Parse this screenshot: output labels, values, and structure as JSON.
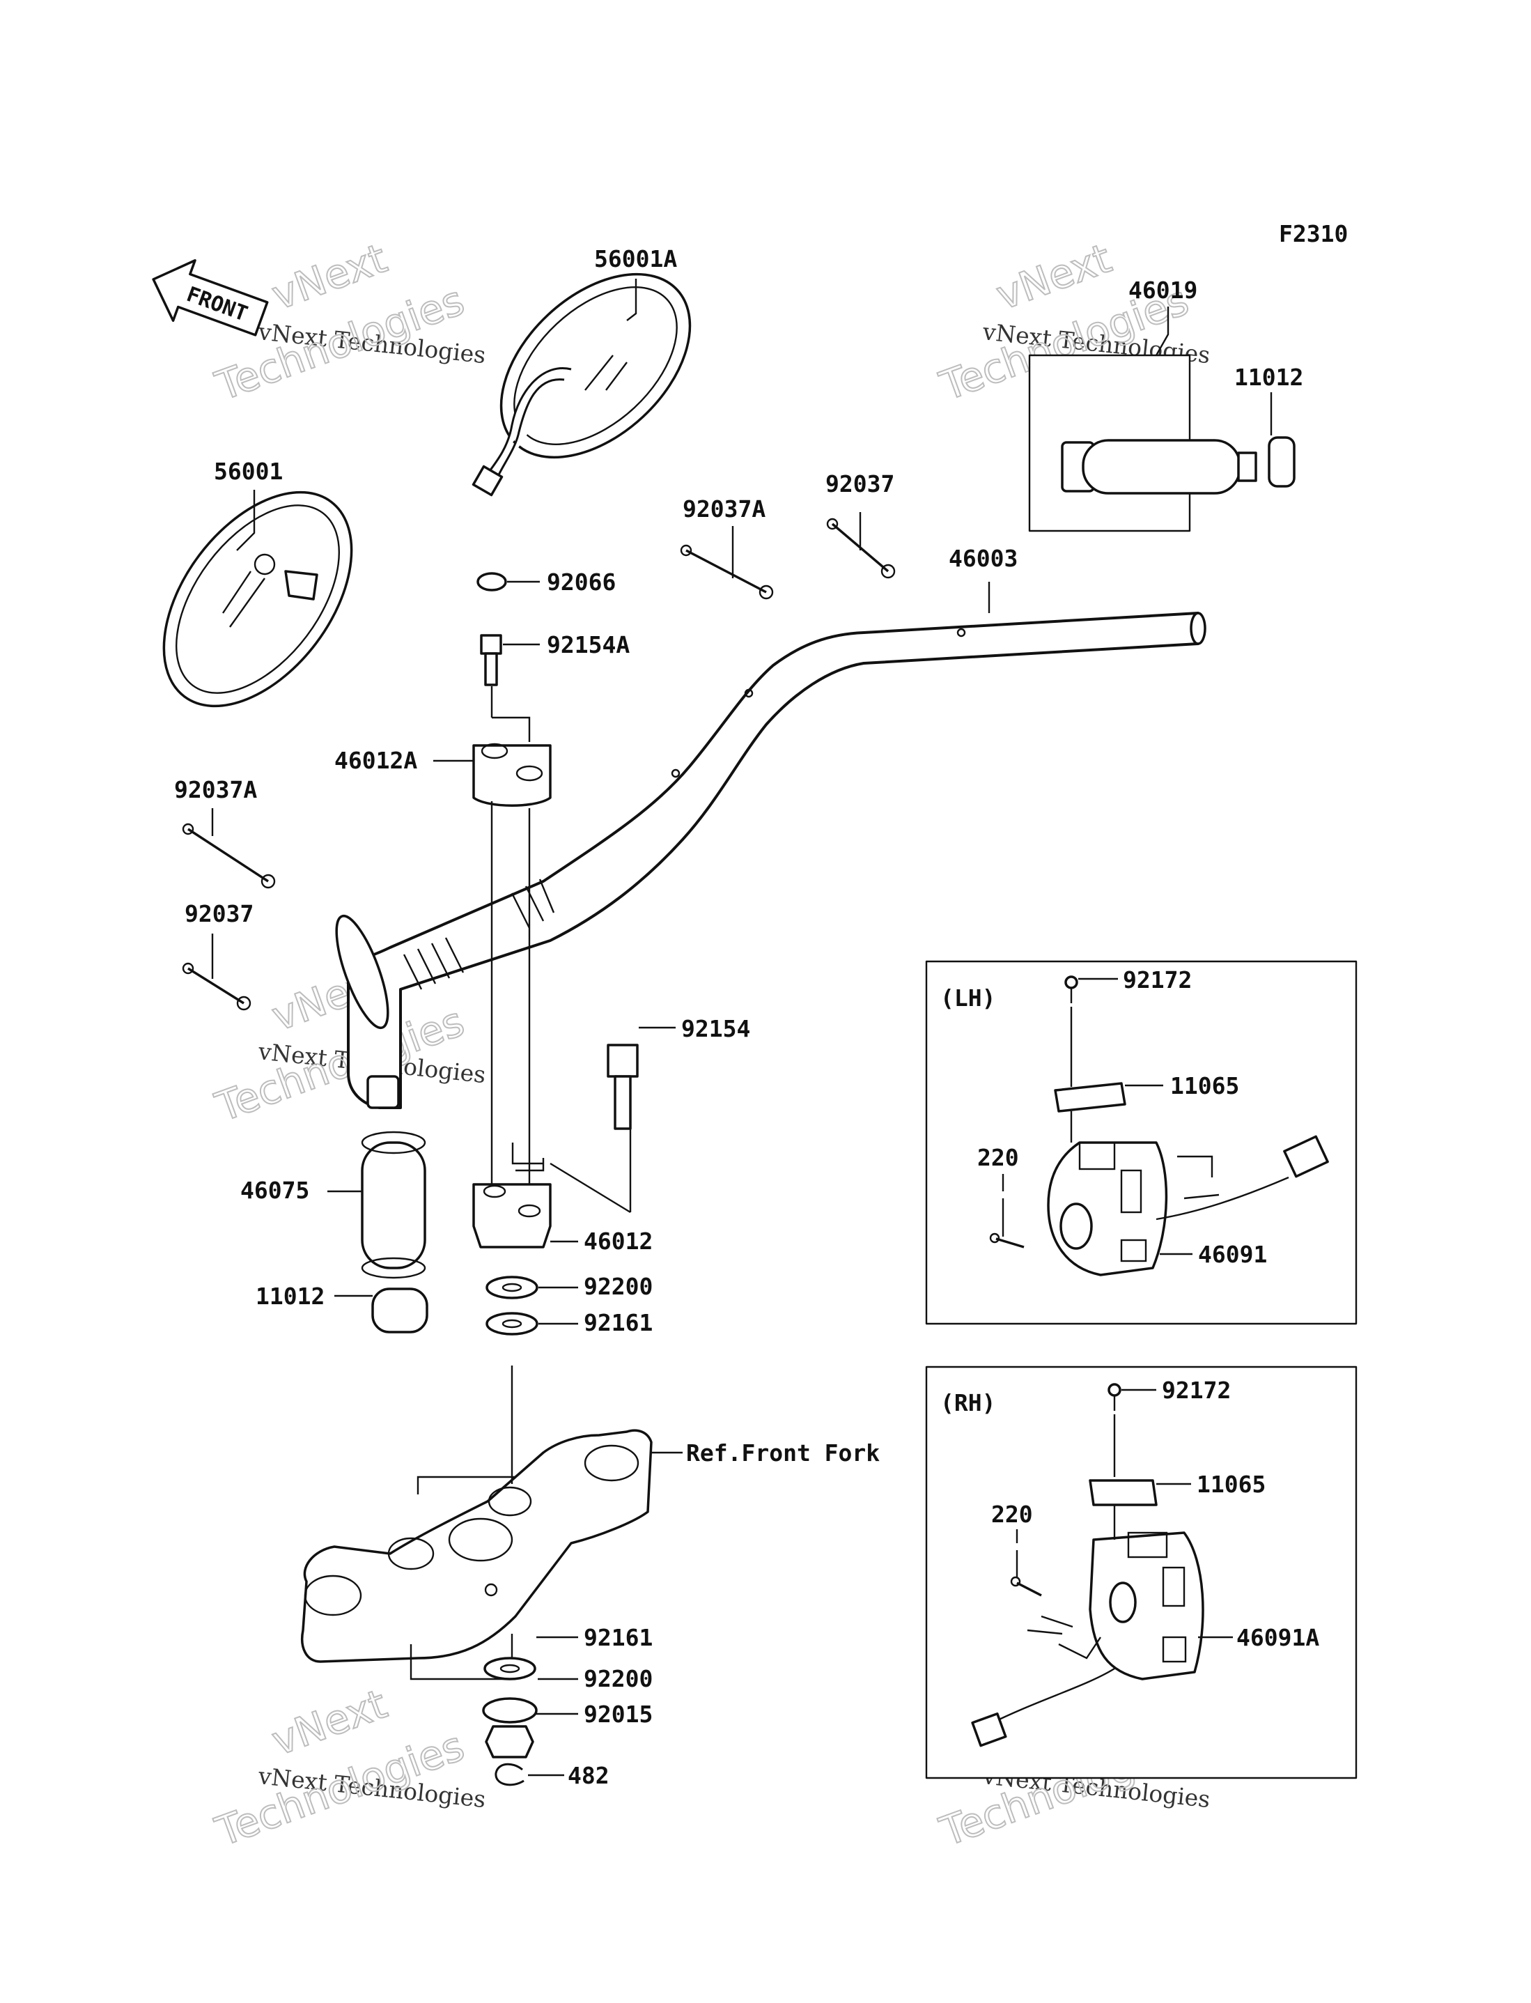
{
  "figure_code": "F2310",
  "front_label": "FRONT",
  "watermark": {
    "brand": "vNext",
    "full": "vNext Technologies",
    "tech": "Technologies"
  },
  "switch_boxes": {
    "lh": {
      "title": "(LH)"
    },
    "rh": {
      "title": "(RH)"
    }
  },
  "labels": {
    "p56001A": "56001A",
    "p56001": "56001",
    "p46019": "46019",
    "p11012": "11012",
    "p92037A": "92037A",
    "p92037": "92037",
    "p46003": "46003",
    "p92066": "92066",
    "p92154A": "92154A",
    "p46012A": "46012A",
    "p92154": "92154",
    "p46075": "46075",
    "p46012": "46012",
    "p92200": "92200",
    "p92161": "92161",
    "p92015": "92015",
    "p482": "482",
    "ref_front_fork": "Ref.Front Fork",
    "p92172": "92172",
    "p11065": "11065",
    "p220": "220",
    "p46091": "46091",
    "p46091A": "46091A"
  }
}
